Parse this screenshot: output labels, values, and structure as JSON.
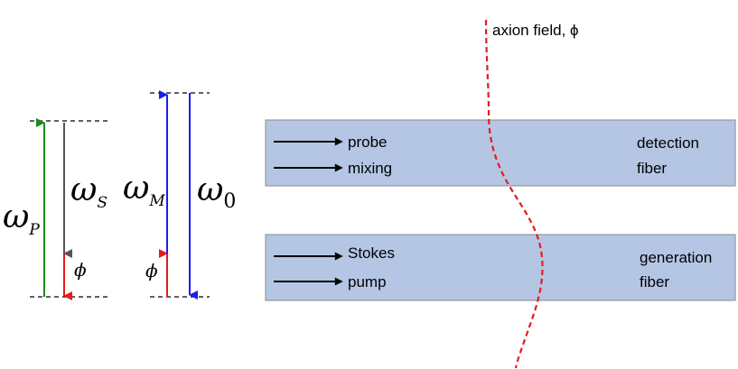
{
  "colors": {
    "pump": "#1a8a1a",
    "stokes": "#555555",
    "axion": "#e51c1c",
    "mixing": "#1c1cf0",
    "signal": "#1c1cf0",
    "fiber_fill": "#b4c6e4",
    "fiber_stroke": "#8a8a8a",
    "text": "#000000"
  },
  "energy_levels": {
    "omega_P": {
      "symbol": "ω",
      "subscript": "P"
    },
    "omega_S": {
      "symbol": "ω",
      "subscript": "S"
    },
    "omega_M": {
      "symbol": "ω",
      "subscript": "M"
    },
    "omega_0": {
      "symbol": "ω",
      "subscript": "0"
    },
    "phi_left": "ϕ",
    "phi_right": "ϕ"
  },
  "fibers": {
    "detection": {
      "beams": [
        "probe",
        "mixing"
      ],
      "label_line1": "detection",
      "label_line2": "fiber"
    },
    "generation": {
      "beams": [
        "Stokes",
        "pump"
      ],
      "label_line1": "generation",
      "label_line2": "fiber"
    }
  },
  "axion_label": "axion field, ϕ"
}
